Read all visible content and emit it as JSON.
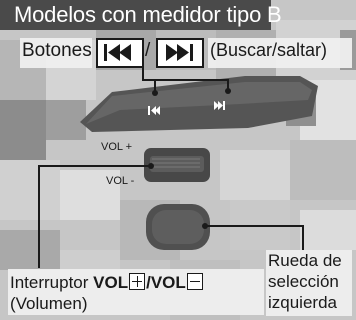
{
  "header": {
    "title": "Modelos con medidor tipo B"
  },
  "buttons_row": {
    "label": "Botones",
    "separator": "/",
    "suffix": "(Buscar/saltar)"
  },
  "steering": {
    "vol_plus": "VOL +",
    "vol_minus": "VOL -"
  },
  "vol_callout": {
    "prefix": "Interruptor ",
    "vol_word_1": "VOL",
    "slash": "/",
    "vol_word_2": "VOL",
    "subtitle": "(Volumen)"
  },
  "wheel_callout": {
    "line1": "Rueda de",
    "line2": "selección",
    "line3": "izquierda"
  },
  "colors": {
    "header_bg": "#4a4a4a",
    "line": "#1a1a1a",
    "panel_dark": "#444444"
  }
}
